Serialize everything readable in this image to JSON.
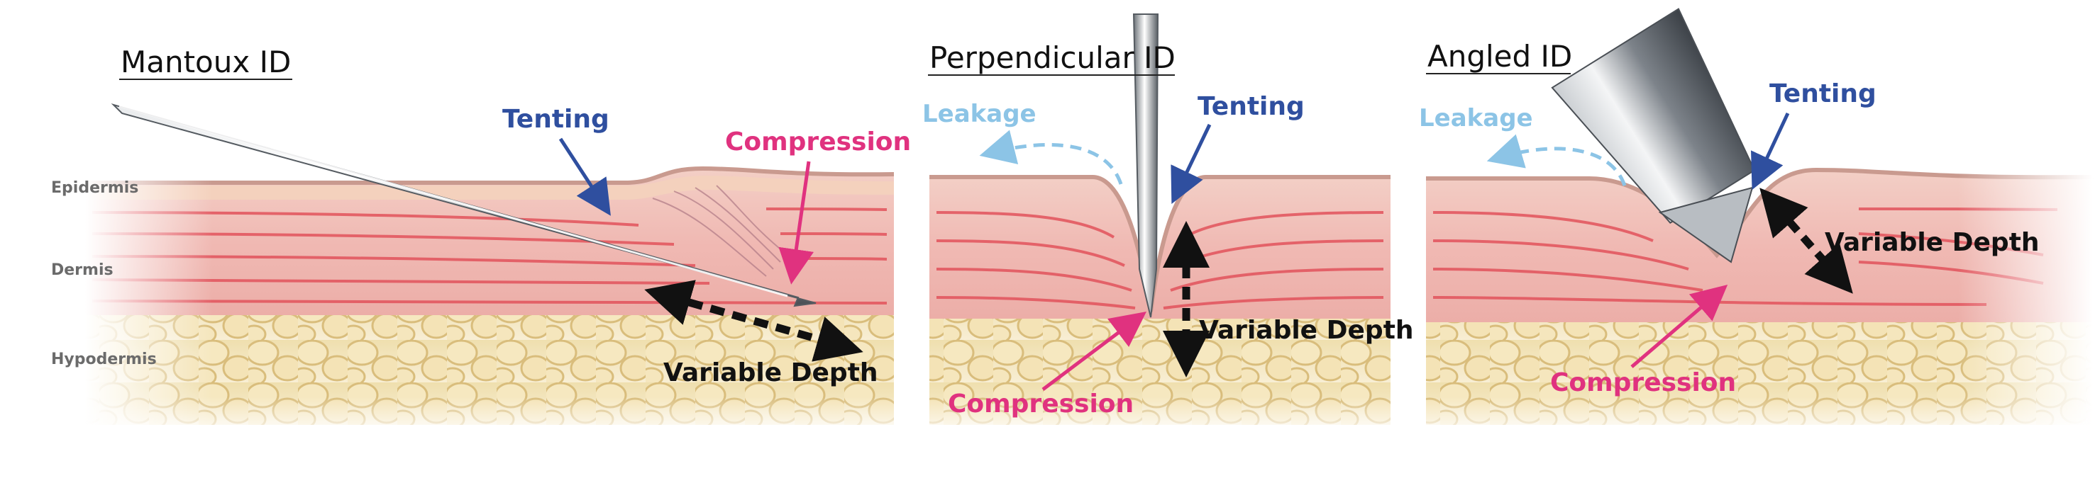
{
  "layers": {
    "epidermis": "Epidermis",
    "dermis": "Dermis",
    "hypodermis": "Hypodermis"
  },
  "panels": [
    {
      "title": "Mantoux ID",
      "tenting": "Tenting",
      "compression": "Compression",
      "depth": "Variable Depth"
    },
    {
      "title": "Perpendicular ID",
      "leakage": "Leakage",
      "tenting": "Tenting",
      "depth": "Variable Depth",
      "compression": "Compression"
    },
    {
      "title": "Angled ID",
      "leakage": "Leakage",
      "tenting": "Tenting",
      "depth": "Variable Depth",
      "compression": "Compression"
    }
  ],
  "colors": {
    "tenting": "#2f4f9f",
    "compression": "#e0327f",
    "leakage": "#8cc4e6",
    "depth": "#111111",
    "dermis": "#f2c6c2",
    "fiber": "#e2535c",
    "fat": "#ead9a9"
  }
}
